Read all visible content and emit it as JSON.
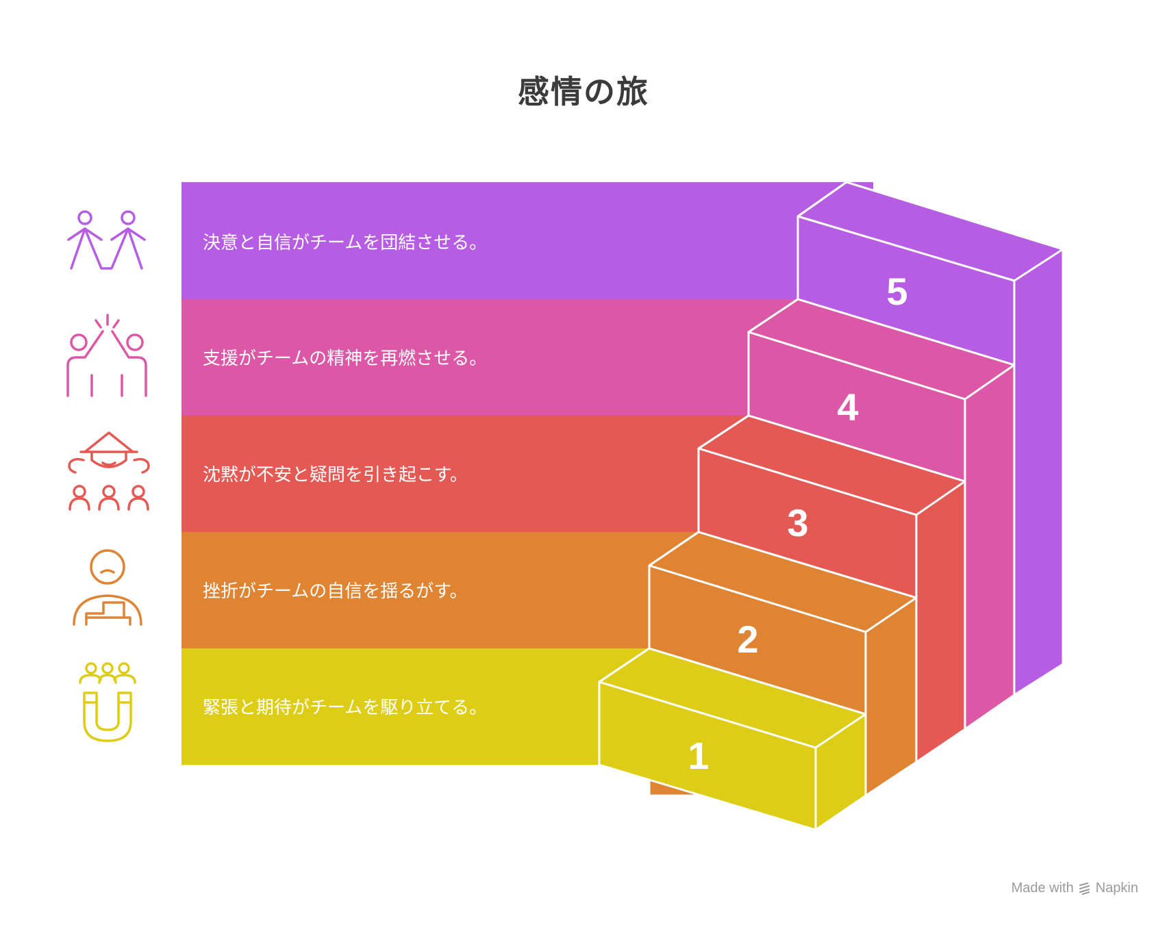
{
  "title": "感情の旅",
  "colors": {
    "step1": "#ddcd16",
    "step2": "#df8432",
    "step3": "#e45953",
    "step4": "#dc58a6",
    "step5": "#b75de3",
    "edge": "#ffffff"
  },
  "steps": [
    {
      "number": "1",
      "text": "緊張と期待がチームを駆り立てる。",
      "icon": "team-magnet-icon"
    },
    {
      "number": "2",
      "text": "挫折がチームの自信を揺るがす。",
      "icon": "frustrated-person-icon"
    },
    {
      "number": "3",
      "text": "沈黙が不安と疑問を引き起こす。",
      "icon": "worried-group-icon"
    },
    {
      "number": "4",
      "text": "支援がチームの精神を再燃させる。",
      "icon": "high-five-icon"
    },
    {
      "number": "5",
      "text": "決意と自信がチームを団結させる。",
      "icon": "united-team-icon"
    }
  ],
  "watermark": {
    "prefix": "Made with",
    "brand": "Napkin",
    "icon": "napkin-logo-icon"
  }
}
